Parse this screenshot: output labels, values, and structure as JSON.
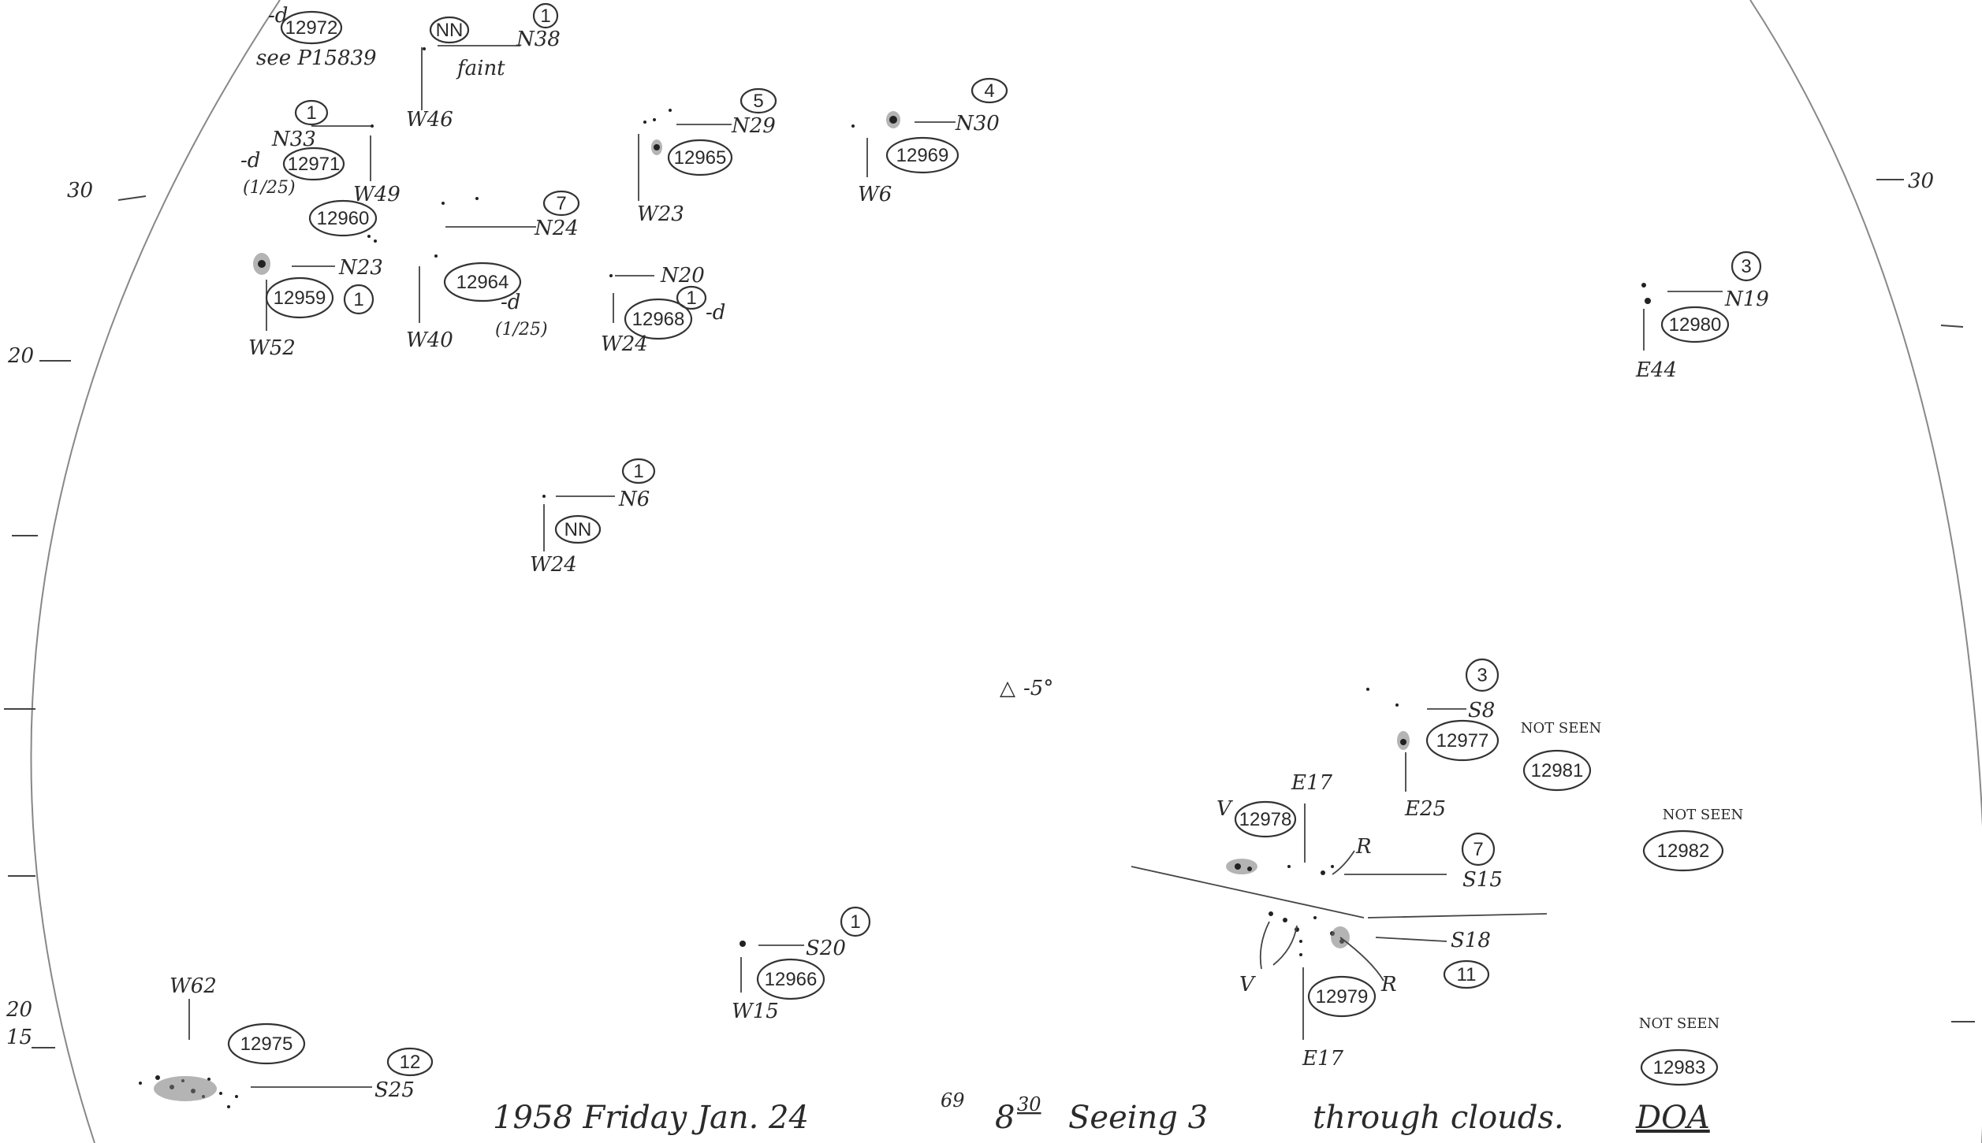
{
  "limb_labels": {
    "left_top": "30",
    "left_mid": "20",
    "right_top": "30",
    "bottom_left_a": "20",
    "bottom_left_b": "15"
  },
  "center_mark": "-5°",
  "groups": [
    {
      "id": "12972",
      "ring_no": "12972",
      "note": "see P15839",
      "flag": "-d"
    },
    {
      "id": "nn1",
      "ring_no": "NN",
      "lat": "N38",
      "lon": "W46",
      "count": "1",
      "note": "faint"
    },
    {
      "id": "12971",
      "ring_no": "12971",
      "lat": "N33",
      "lon": "W49",
      "count": "1",
      "flag": "-d",
      "date": "(1/25)"
    },
    {
      "id": "12965",
      "ring_no": "12965",
      "lat": "N29",
      "lon": "W23",
      "count": "5"
    },
    {
      "id": "12969",
      "ring_no": "12969",
      "lat": "N30",
      "lon": "W6",
      "count": "4"
    },
    {
      "id": "12960",
      "ring_no": "12960"
    },
    {
      "id": "12964",
      "ring_no": "12964",
      "lat": "N24",
      "lon": "W40",
      "count": "7",
      "flag": "-d",
      "date": "(1/25)"
    },
    {
      "id": "12959",
      "ring_no": "12959",
      "lat": "N23",
      "lon": "W52",
      "count": "1"
    },
    {
      "id": "12968",
      "ring_no": "12968",
      "lat": "N20",
      "lon": "W24",
      "count": "1",
      "flag": "-d"
    },
    {
      "id": "12980",
      "ring_no": "12980",
      "lat": "N19",
      "lon": "E44",
      "count": "3"
    },
    {
      "id": "nn2",
      "ring_no": "NN",
      "lat": "N6",
      "lon": "W24",
      "count": "1"
    },
    {
      "id": "12977",
      "ring_no": "12977",
      "lat": "S8",
      "lon": "E25",
      "count": "3"
    },
    {
      "id": "12981",
      "ring_no": "12981",
      "note": "NOT SEEN"
    },
    {
      "id": "12978",
      "ring_no": "12978",
      "lat": "S15",
      "lon": "E17",
      "count": "7",
      "marks": [
        "V",
        "R"
      ]
    },
    {
      "id": "12982",
      "ring_no": "12982",
      "note": "NOT SEEN"
    },
    {
      "id": "12979",
      "ring_no": "12979",
      "lat": "S18",
      "lon": "E17",
      "count": "11",
      "marks": [
        "V",
        "R"
      ]
    },
    {
      "id": "12966",
      "ring_no": "12966",
      "lat": "S20",
      "lon": "W15",
      "count": "1"
    },
    {
      "id": "12975",
      "ring_no": "12975",
      "lat": "S25",
      "lon": "W62",
      "count": "12"
    },
    {
      "id": "12983",
      "ring_no": "12983",
      "note": "NOT SEEN"
    }
  ],
  "footer": "1958 Friday Jan. 24",
  "footer_day_fraction": "69",
  "footer_time_h": "8",
  "footer_time_m": "30",
  "footer_seeing": "Seeing 3",
  "footer_note": "through clouds.",
  "footer_initials": "DOA"
}
